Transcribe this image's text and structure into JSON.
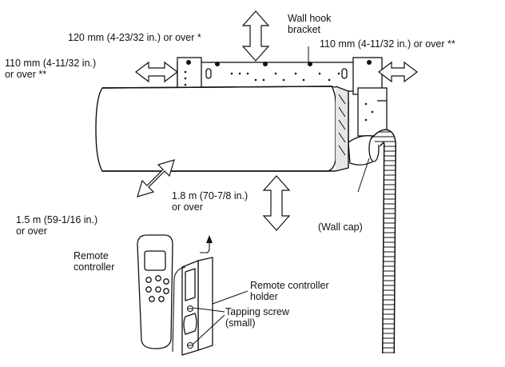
{
  "labels": {
    "wall_hook_bracket": [
      "Wall hook",
      "bracket"
    ],
    "clearance_top": "120 mm (4-23/32 in.) or over *",
    "clearance_right": "110 mm (4-11/32 in.) or over **",
    "clearance_left": [
      "110 mm (4-11/32 in.)",
      "or over **"
    ],
    "clearance_bottom": [
      "1.8 m (70-7/8 in.)",
      "or over"
    ],
    "clearance_front": [
      "1.5 m (59-1/16 in.)",
      "or over"
    ],
    "wall_cap": "(Wall cap)",
    "remote_controller": [
      "Remote",
      "controller"
    ],
    "remote_controller_holder": [
      "Remote controller",
      "holder"
    ],
    "tapping_screw": [
      "Tapping screw",
      "(small)"
    ]
  },
  "colors": {
    "line": "#111111",
    "fill": "#ffffff",
    "shade": "#e6e6e6"
  }
}
